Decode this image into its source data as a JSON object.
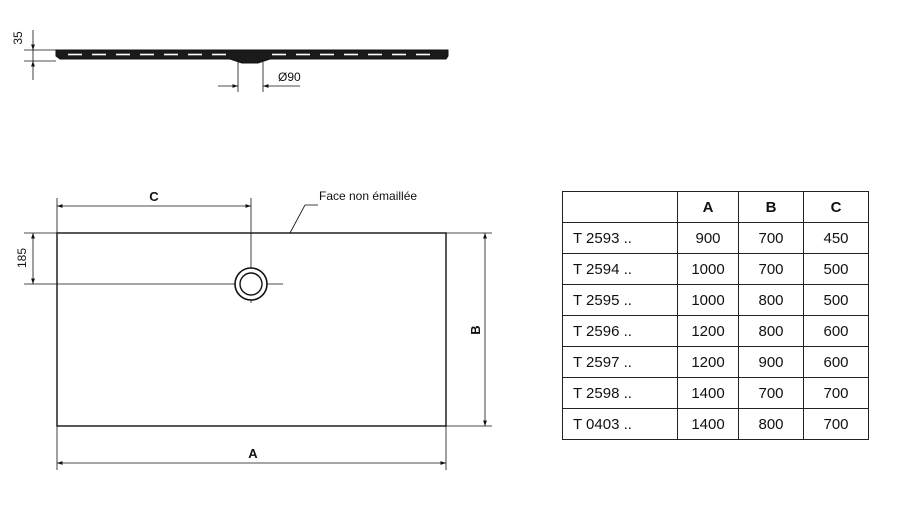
{
  "side_view": {
    "height_dim": "35",
    "drain_dim": "Ø90"
  },
  "plan_view": {
    "dim_c": "C",
    "dim_a": "A",
    "dim_b": "B",
    "drain_offset_dim": "185",
    "note": "Face non émaillée"
  },
  "spec_table": {
    "columns": [
      "",
      "A",
      "B",
      "C"
    ],
    "rows": [
      {
        "ref": "T 2593 ..",
        "a": "900",
        "b": "700",
        "c": "450"
      },
      {
        "ref": "T 2594 ..",
        "a": "1000",
        "b": "700",
        "c": "500"
      },
      {
        "ref": "T 2595 ..",
        "a": "1000",
        "b": "800",
        "c": "500"
      },
      {
        "ref": "T 2596 ..",
        "a": "1200",
        "b": "800",
        "c": "600"
      },
      {
        "ref": "T 2597 ..",
        "a": "1200",
        "b": "900",
        "c": "600"
      },
      {
        "ref": "T 2598 ..",
        "a": "1400",
        "b": "700",
        "c": "700"
      },
      {
        "ref": "T 0403 ..",
        "a": "1400",
        "b": "800",
        "c": "700"
      }
    ]
  }
}
